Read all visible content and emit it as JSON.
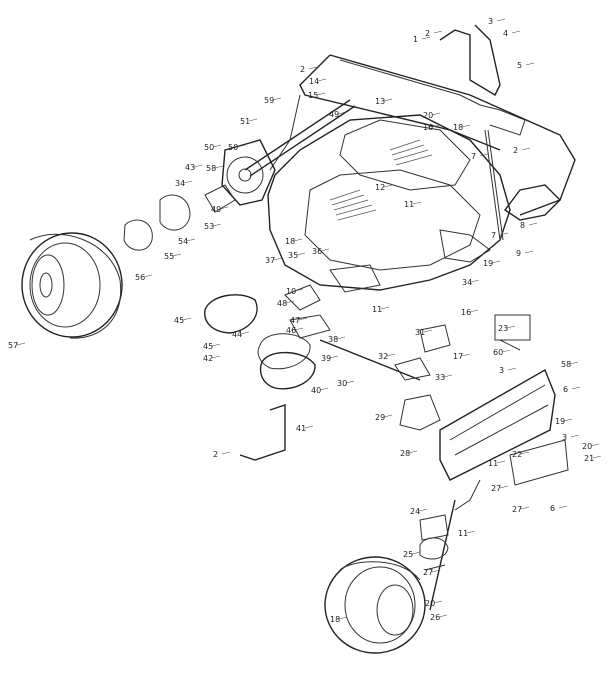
{
  "diagram": {
    "callouts": [
      "1",
      "2",
      "3",
      "4",
      "5",
      "2",
      "14",
      "15",
      "13",
      "59",
      "49",
      "20",
      "16",
      "18",
      "7",
      "51",
      "50",
      "50",
      "43",
      "58",
      "34",
      "49",
      "53",
      "54",
      "55",
      "56",
      "57",
      "2",
      "12",
      "11",
      "7",
      "8",
      "9",
      "19",
      "18",
      "35",
      "36",
      "37",
      "34",
      "10",
      "48",
      "47",
      "46",
      "45",
      "44",
      "45",
      "42",
      "11",
      "38",
      "39",
      "40",
      "31",
      "32",
      "16",
      "17",
      "33",
      "30",
      "29",
      "28",
      "41",
      "2",
      "23",
      "60",
      "58",
      "3",
      "6",
      "19",
      "3",
      "20",
      "21",
      "22",
      "11",
      "6",
      "27",
      "27",
      "24",
      "11",
      "25",
      "27",
      "18",
      "20",
      "26"
    ]
  }
}
